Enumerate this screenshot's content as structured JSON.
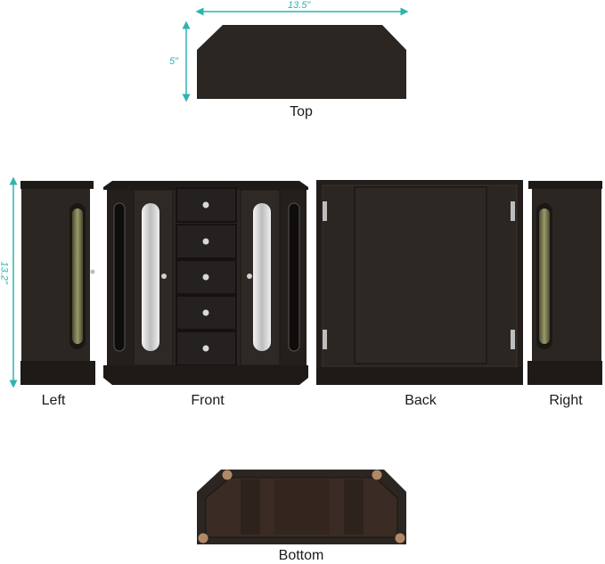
{
  "dimensions": {
    "width": "13.5\"",
    "depth": "5\"",
    "height": "13.2\""
  },
  "views": {
    "top": "Top",
    "left": "Left",
    "front": "Front",
    "back": "Back",
    "right": "Right",
    "bottom": "Bottom"
  },
  "colors": {
    "wood": "#2b2622",
    "wood_dark": "#1d1a17",
    "dimension_line": "#2fb3b1",
    "mirror": "#d8d8d8"
  }
}
